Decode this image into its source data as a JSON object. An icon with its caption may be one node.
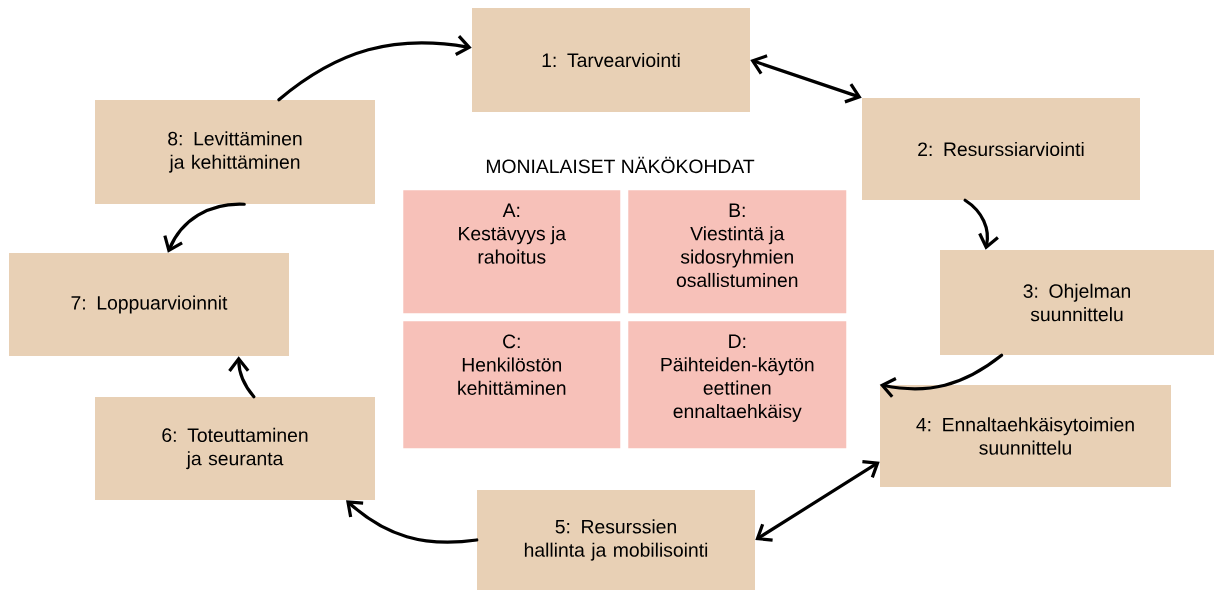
{
  "diagram": {
    "title": "MONIALAISET NÄKÖKOHDAT",
    "nodes": [
      {
        "text": [
          "1: Tarvearviointi"
        ]
      },
      {
        "text": [
          "2: Resurssiarviointi"
        ]
      },
      {
        "text": [
          "3: Ohjelman suunnittelu"
        ]
      },
      {
        "text": [
          "4: Ennaltaehkäisytoimien suunnittelu"
        ]
      },
      {
        "text": [
          "5: Resurssien hallinta ja mobilisointi"
        ]
      },
      {
        "text": [
          "6: Toteuttaminen ja seuranta"
        ]
      },
      {
        "text": [
          "7: Loppuarvioinnit"
        ]
      },
      {
        "text": [
          "8: Levittäminen ja kehittäminen"
        ]
      },
      {
        "text": [
          "A:",
          "Kestävyys ja rahoitus"
        ]
      },
      {
        "text": [
          "B:",
          "Viestintä ja sidosryhmien osallistuminen"
        ]
      },
      {
        "text": [
          "C:",
          "Henkilöstön kehittäminen"
        ]
      },
      {
        "text": [
          "D:",
          "Päihteiden-käytön eettinen ennaltaehkäisy"
        ]
      }
    ],
    "edges": [
      {
        "from": 0,
        "to": 1,
        "arrow": "both"
      },
      {
        "from": 1,
        "to": 2,
        "arrow": "to"
      },
      {
        "from": 2,
        "to": 3,
        "arrow": "to"
      },
      {
        "from": 4,
        "to": 3,
        "arrow": "both"
      },
      {
        "from": 4,
        "to": 5,
        "arrow": "to"
      },
      {
        "from": 5,
        "to": 6,
        "arrow": "to"
      },
      {
        "from": 7,
        "to": 6,
        "arrow": "to"
      },
      {
        "from": 7,
        "to": 0,
        "arrow": "to"
      }
    ]
  }
}
